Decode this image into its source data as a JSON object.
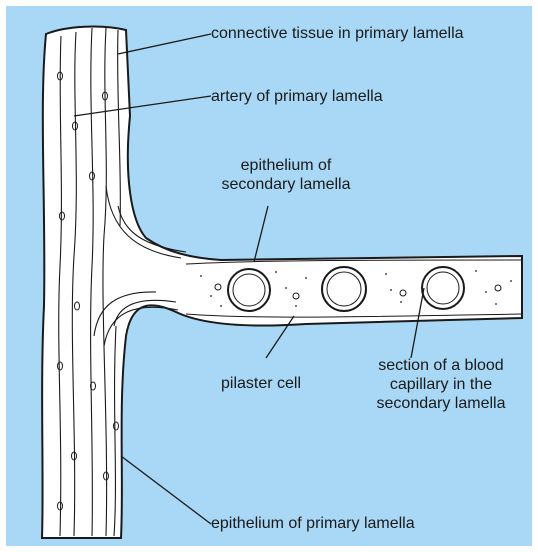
{
  "colors": {
    "background": "#a8d8f5",
    "tissue": "#ffffff",
    "ink": "#1a1a1a"
  },
  "labels": {
    "connective_tissue": "connective tissue in primary lamella",
    "artery": "artery of primary lamella",
    "epithelium_secondary_line1": "epithelium of",
    "epithelium_secondary_line2": "secondary lamella",
    "pilaster_cell": "pilaster cell",
    "capillary_line1": "section of a blood",
    "capillary_line2": "capillary in the",
    "capillary_line3": "secondary lamella",
    "epithelium_primary": "epithelium of primary lamella"
  }
}
